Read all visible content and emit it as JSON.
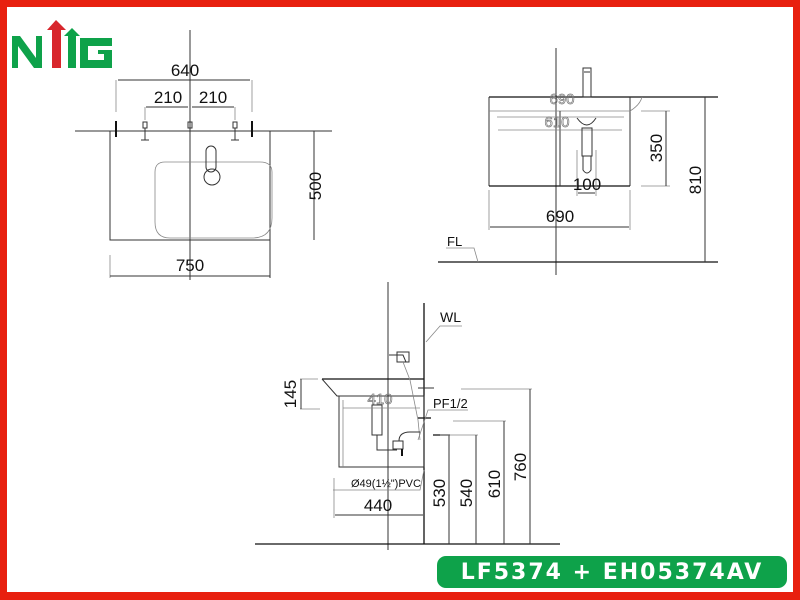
{
  "brand": {
    "logo_text": "NTG",
    "colors": {
      "green": "#0ea24a",
      "red": "#d8262c",
      "frame": "#e8200f"
    }
  },
  "model_label": "LF5374 + EH05374AV",
  "top_view": {
    "dims": {
      "overall_tap_span": "640",
      "left_spacing": "210",
      "right_spacing": "210",
      "width": "750",
      "depth": "500"
    }
  },
  "front_view": {
    "dims": {
      "basin_width_ghost": "690",
      "inner_width_ghost": "610",
      "cabinet_height": "350",
      "drain_spacing": "100",
      "cabinet_width": "690",
      "total_height": "810"
    },
    "labels": {
      "floor": "FL"
    }
  },
  "side_view": {
    "dims": {
      "basin_height": "145",
      "drain_offset_ghost": "410",
      "depth": "440",
      "h530": "530",
      "h540": "540",
      "h610": "610",
      "h760": "760"
    },
    "labels": {
      "wall": "WL",
      "pipe_fitting": "PF1/2",
      "pvc_pipe": "Ø49(1½\")PVC"
    }
  }
}
